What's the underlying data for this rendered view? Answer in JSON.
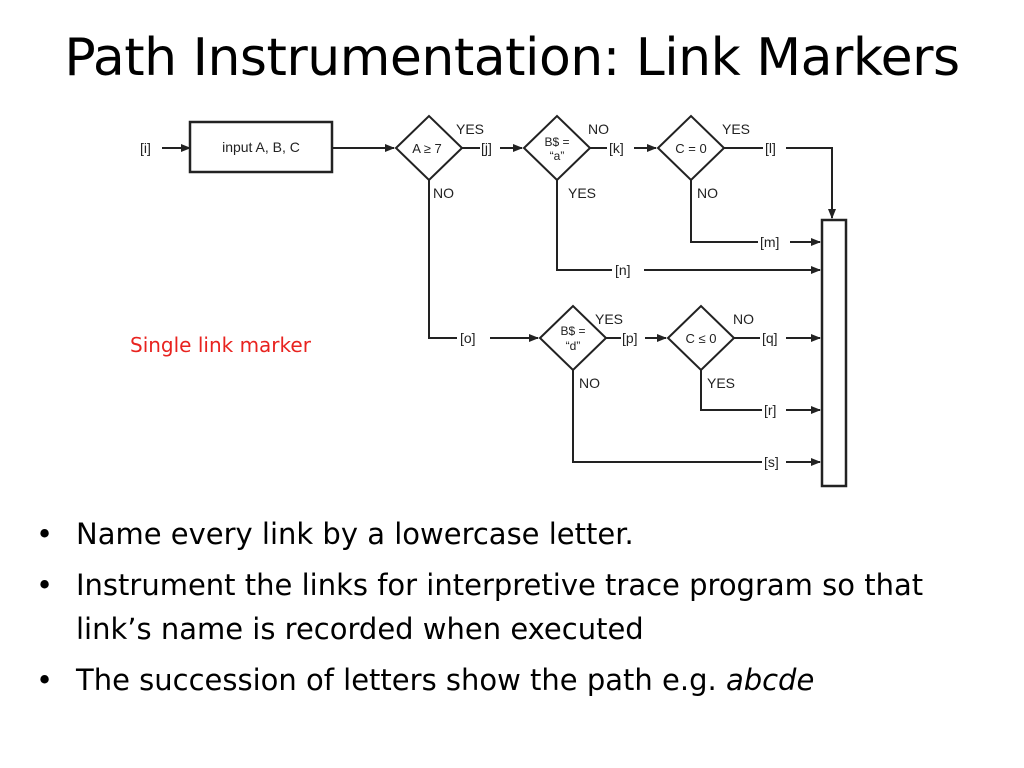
{
  "title": "Path Instrumentation: Link Markers",
  "caption": "Single link marker",
  "diagram": {
    "input_box": "input A, B, C",
    "decisions": {
      "d1": "A ≥ 7",
      "d2_line1": "B$ =",
      "d2_line2": "“a”",
      "d3": "C = 0",
      "d4_line1": "B$ =",
      "d4_line2": "“d”",
      "d5": "C ≤ 0"
    },
    "branch_labels": {
      "yes": "YES",
      "no": "NO"
    },
    "links": {
      "i": "[i]",
      "j": "[j]",
      "k": "[k]",
      "l": "[l]",
      "m": "[m]",
      "n": "[n]",
      "o": "[o]",
      "p": "[p]",
      "q": "[q]",
      "r": "[r]",
      "s": "[s]"
    }
  },
  "bullets": [
    {
      "text": "Name every link by a lowercase letter."
    },
    {
      "text": "Instrument the links for interpretive trace program so that link’s name is recorded when executed"
    },
    {
      "text": "The succession of letters show the path e.g. ",
      "emphasis": "abcde"
    }
  ],
  "bullet_glyph": "•",
  "colors": {
    "caption": "#e8231f",
    "diagram_ink": "#222222"
  }
}
